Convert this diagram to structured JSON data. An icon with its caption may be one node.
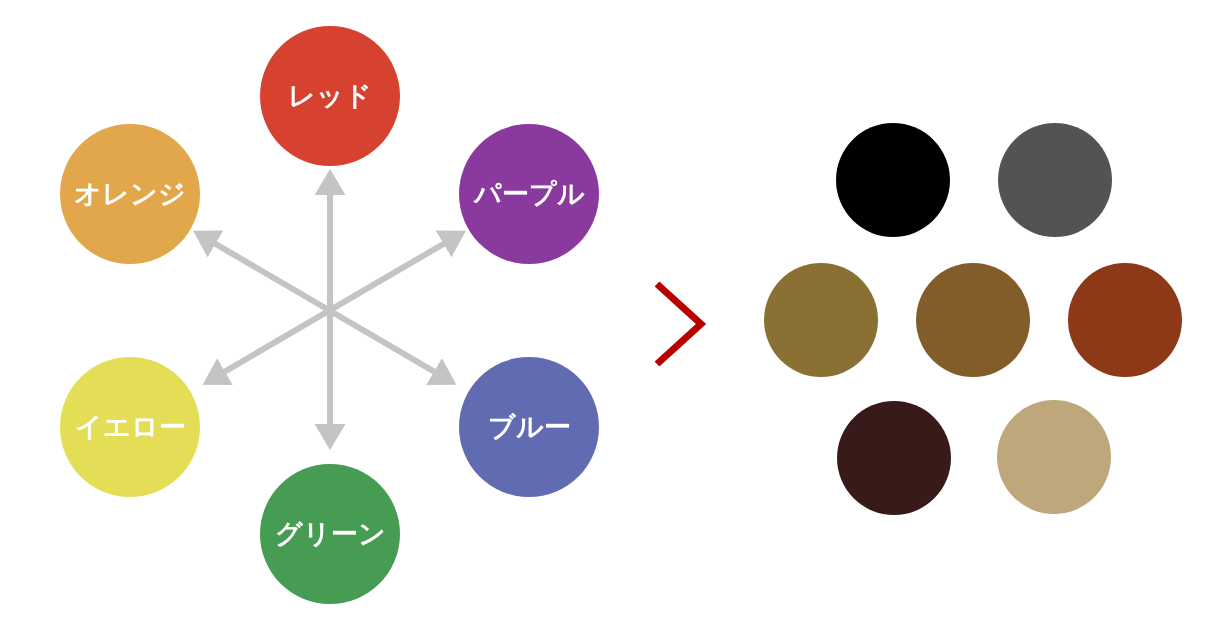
{
  "diagram": {
    "nodes": [
      {
        "text": [
          "レッド"
        ]
      },
      {
        "text": [
          "オレンジ"
        ]
      },
      {
        "text": [
          "パープル"
        ]
      },
      {
        "text": [
          "イエロー"
        ]
      },
      {
        "text": [
          "ブルー"
        ]
      },
      {
        "text": [
          "グリーン"
        ]
      },
      {
        "text": [],
        "shape": "circle"
      },
      {
        "text": [],
        "shape": "circle"
      },
      {
        "text": [],
        "shape": "circle"
      },
      {
        "text": [],
        "shape": "circle"
      },
      {
        "text": [],
        "shape": "circle"
      },
      {
        "text": [],
        "shape": "circle"
      },
      {
        "text": [],
        "shape": "circle"
      }
    ],
    "edges": [
      {
        "from": 0,
        "to": 5,
        "arrow": "both"
      },
      {
        "from": 2,
        "to": 3,
        "arrow": "both"
      },
      {
        "from": 1,
        "to": 4,
        "arrow": "both"
      }
    ]
  }
}
